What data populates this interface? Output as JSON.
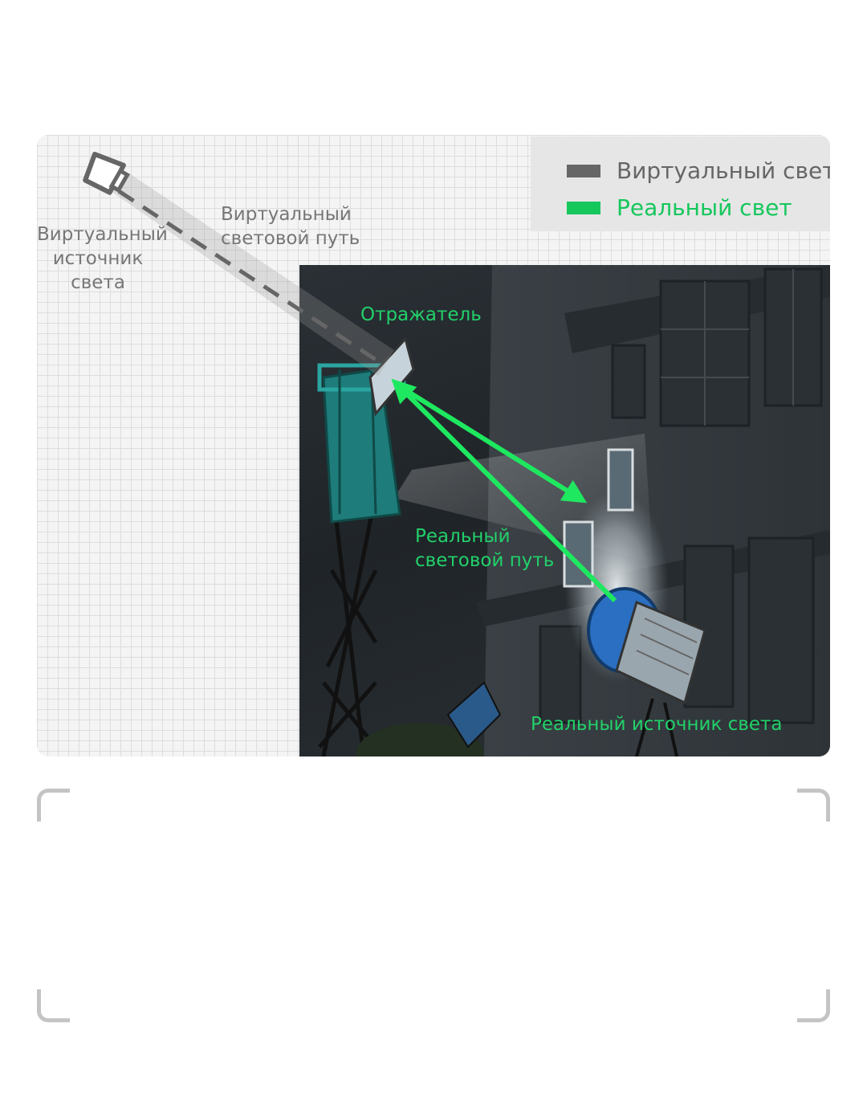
{
  "legend": {
    "virtual": {
      "label": "Виртуальный свет",
      "color": "#666666"
    },
    "real": {
      "label": "Реальный свет",
      "color": "#16c75c"
    }
  },
  "labels": {
    "virtual_source": [
      "Виртуальный",
      "источник",
      "света"
    ],
    "virtual_path": [
      "Виртуальный",
      "световой путь"
    ],
    "reflector": "Отражатель",
    "real_path": [
      "Реальный",
      "световой путь"
    ],
    "real_source": "Реальный источник света"
  },
  "icons": {
    "virtual_light": "spotlight-outline-icon"
  },
  "colors": {
    "virtual_path": "#666666",
    "real_path": "#1ee85f",
    "grid_bg": "#f4f4f4",
    "photo_bg": "#23292d"
  }
}
